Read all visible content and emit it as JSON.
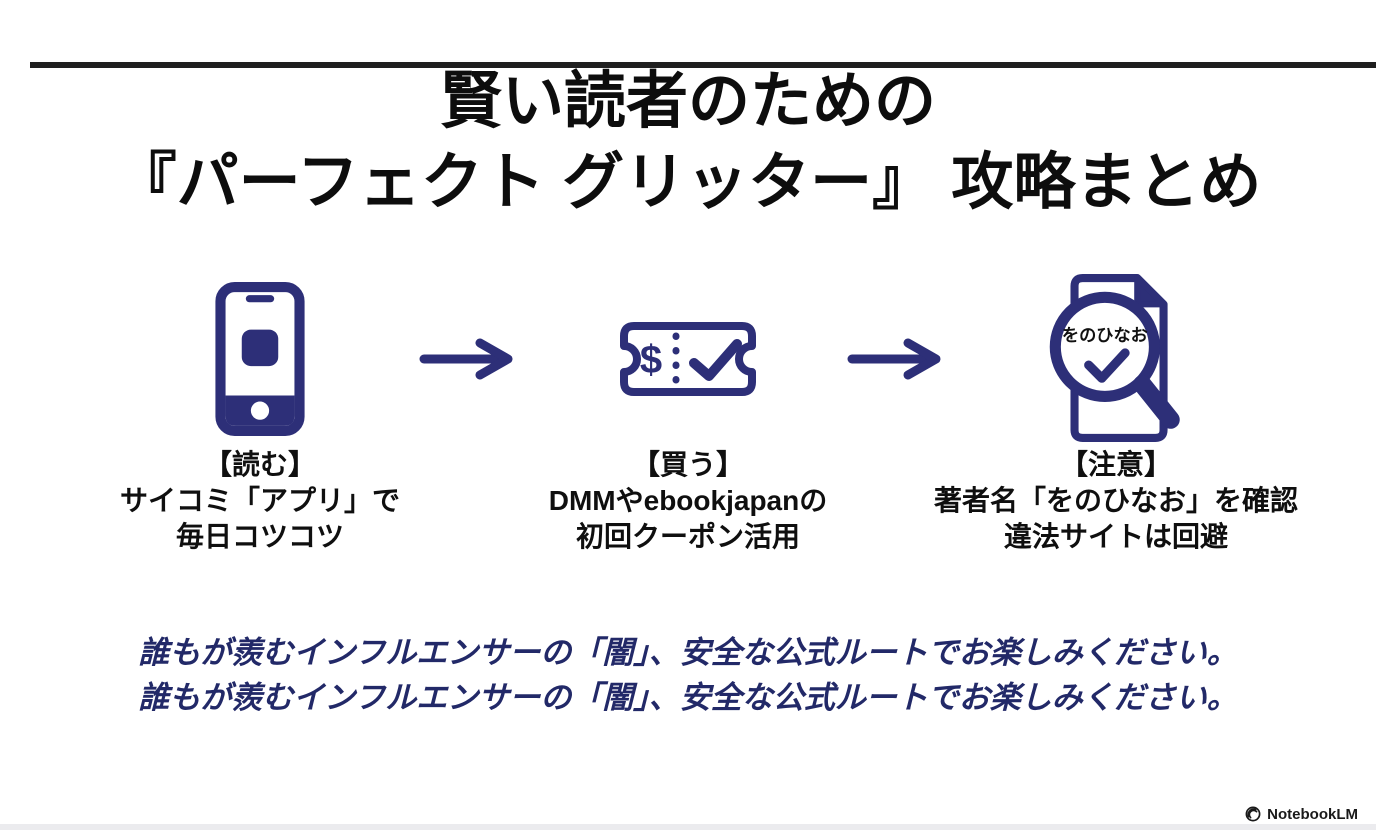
{
  "title": {
    "line1": "賢い読者のための",
    "line2": "『パーフェクト グリッター』 攻略まとめ"
  },
  "steps": [
    {
      "icon": "smartphone-icon",
      "heading": "【読む】",
      "line1": "サイコミ「アプリ」で",
      "line2": "毎日コツコツ"
    },
    {
      "icon": "coupon-ticket-icon",
      "ticket_symbol": "$",
      "heading": "【買う】",
      "line1": "DMMやebookjapanの",
      "line2": "初回クーポン活用"
    },
    {
      "icon": "document-search-icon",
      "magnifier_label": "をのひなお",
      "heading": "【注意】",
      "line1": "著者名「をのひなお」を確認",
      "line2": "違法サイトは回避"
    }
  ],
  "footer": {
    "lines": [
      "誰もが羨むインフルエンサーの「闇」、安全な公式ルートでお楽しみください。",
      "誰もが羨むインフルエンサーの「闇」、安全な公式ルートでお楽しみください。"
    ]
  },
  "branding": {
    "label": "NotebookLM"
  },
  "colors": {
    "icon_navy": "#2d2f78",
    "footer_navy": "#222968",
    "title_black": "#0d0d0d"
  }
}
